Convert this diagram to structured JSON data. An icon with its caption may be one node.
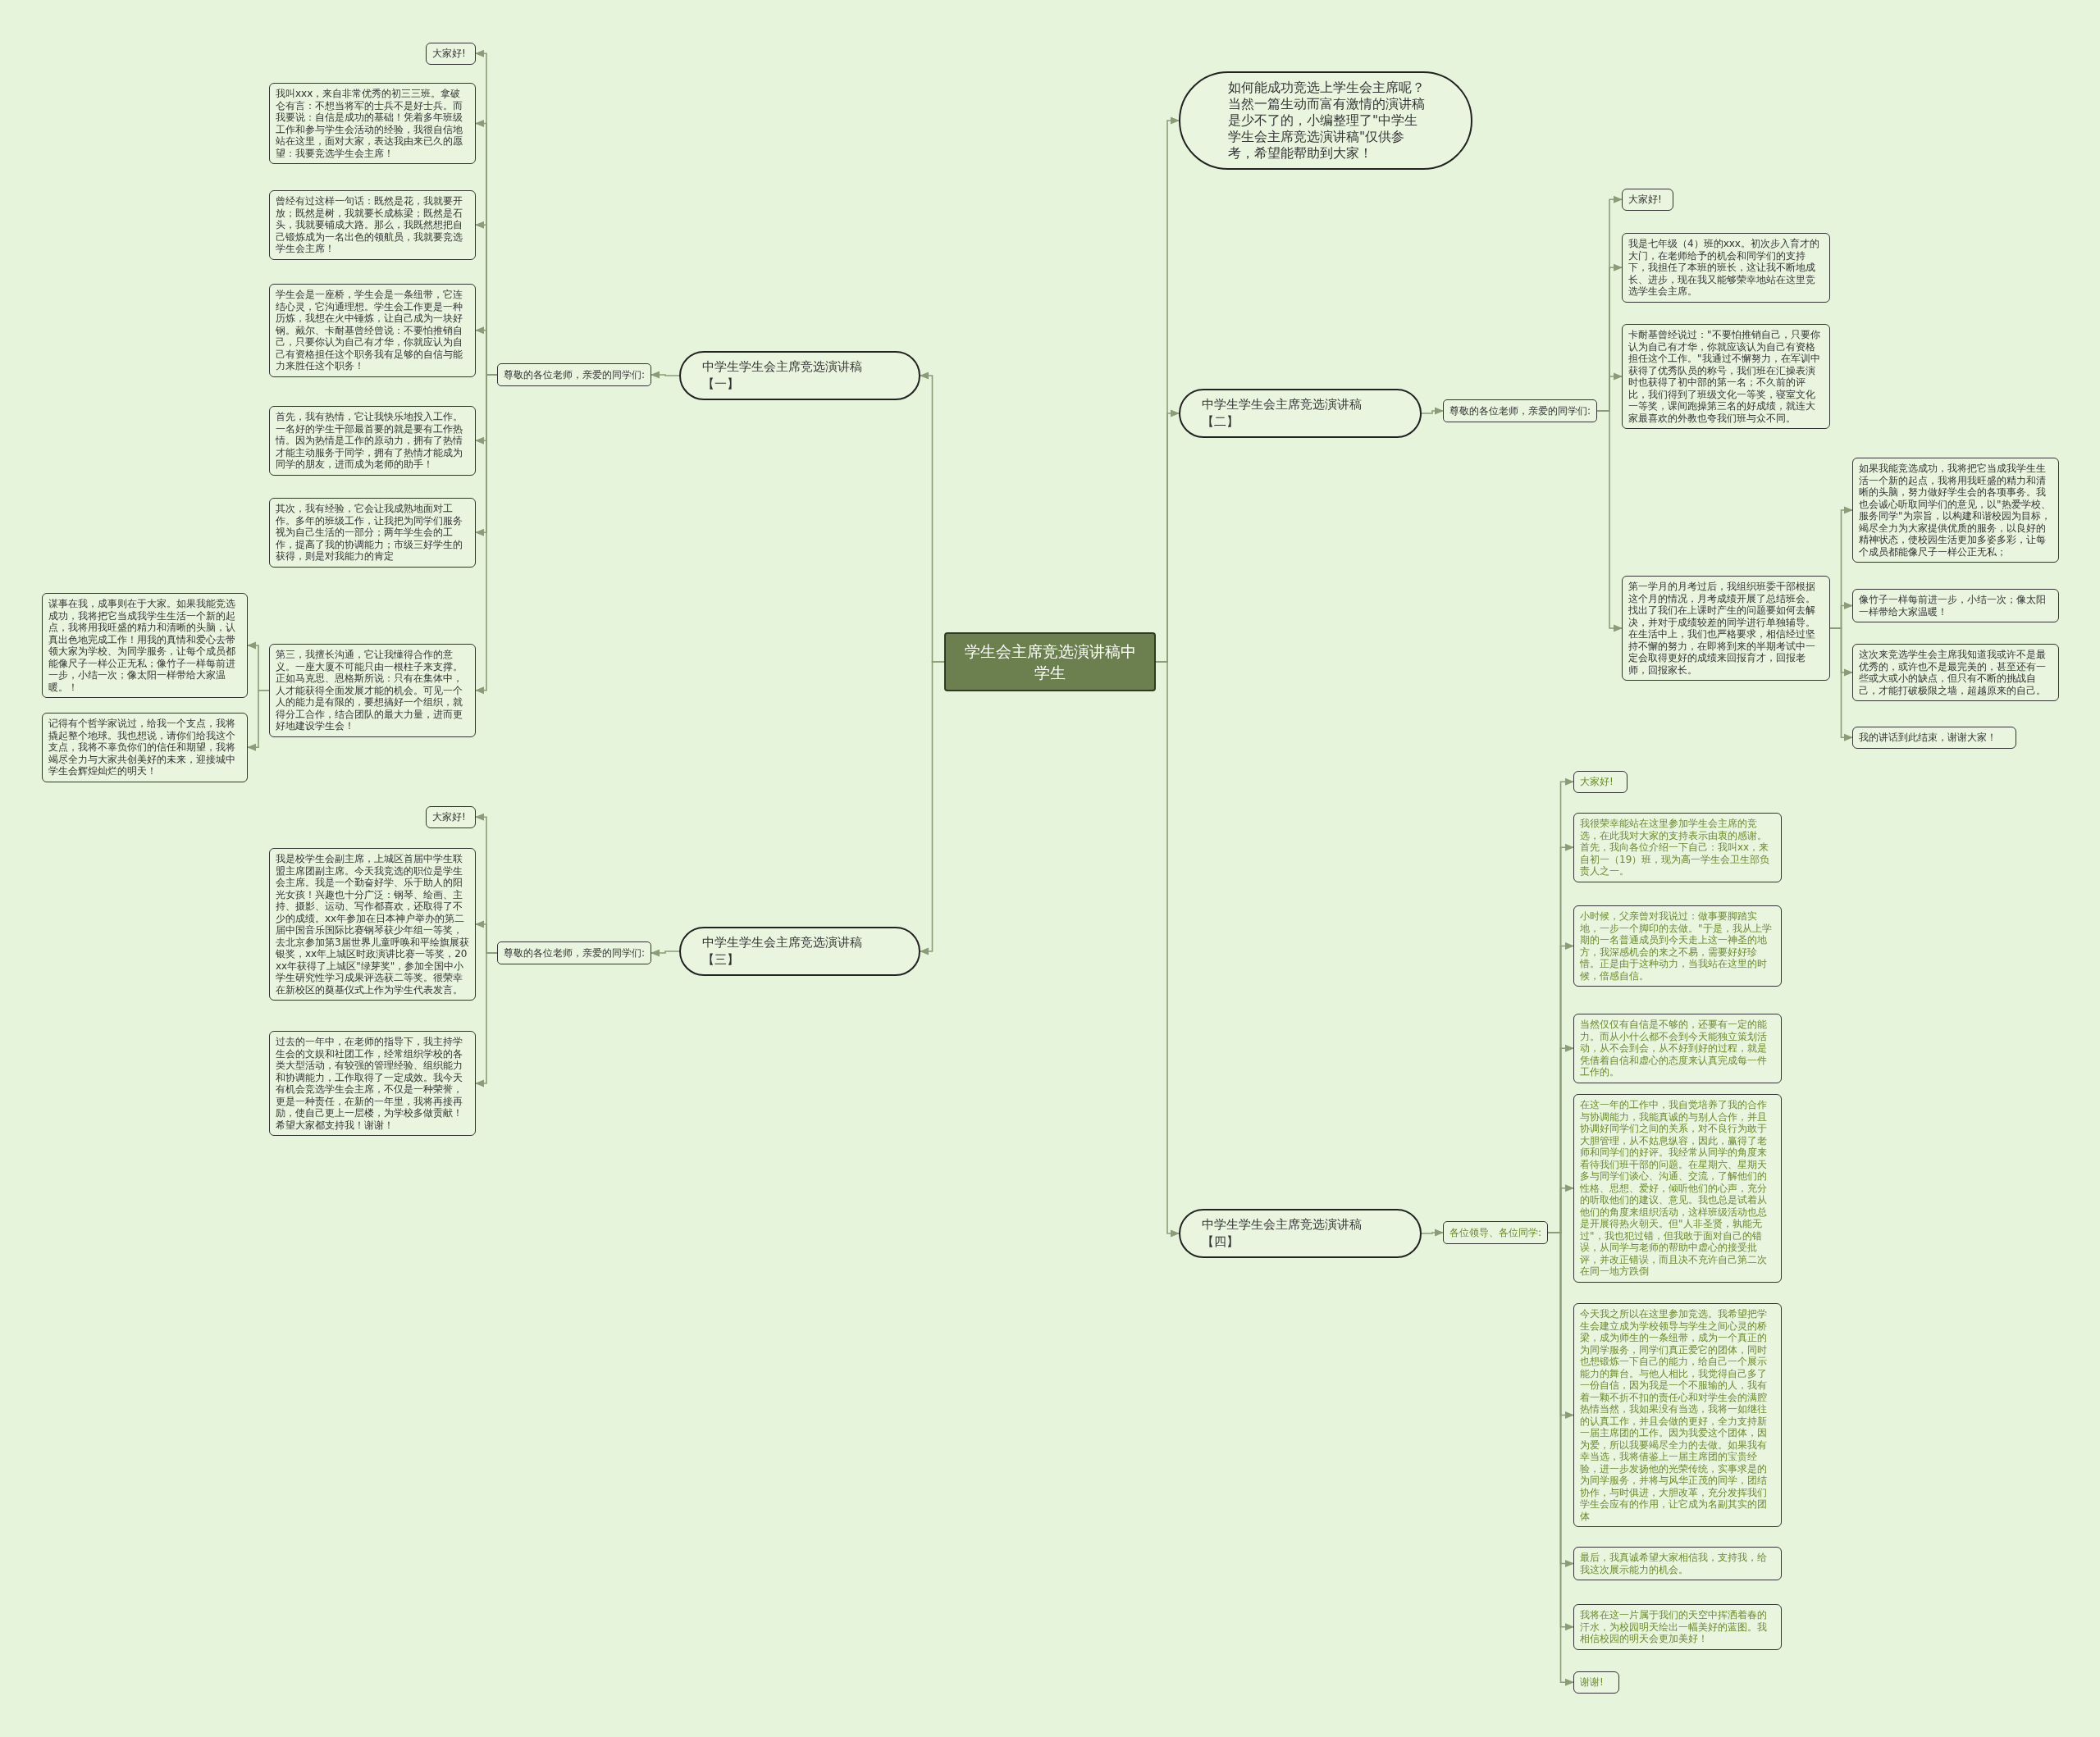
{
  "diagram": {
    "nodes": [
      {
        "text": [
          "学生会主席竞选演讲稿中学生"
        ]
      },
      {
        "text": [
          "中学生学生会主席竞选演讲稿【一】"
        ]
      },
      {
        "text": [
          "尊敬的各位老师，亲爱的同学们:"
        ]
      },
      {
        "text": [
          "大家好!"
        ]
      },
      {
        "text": [
          "我叫xxx，来自非常优秀的初三三班。拿破仑有言：不想当将军的士兵不是好士兵。而我要说：自信是成功的基础！凭着多年班级工作和参与学生会活动的经验，我很自信地站在这里，面对大家，表达我由来已久的愿望：我要竞选学生会主席！"
        ]
      },
      {
        "text": [
          "曾经有过这样一句话：既然是花，我就要开放；既然是树，我就要长成栋梁；既然是石头，我就要铺成大路。那么，我既然想把自己锻炼成为一名出色的领航员，我就要竞选学生会主席！"
        ]
      },
      {
        "text": [
          "学生会是一座桥，学生会是一条纽带，它连结心灵，它沟通理想。学生会工作更是一种历炼，我想在火中锤炼，让自己成为一块好钢。戴尔、卡耐基曾经曾说：不要怕推销自己，只要你认为自己有才华，你就应认为自己有资格担任这个职务我有足够的自信与能力来胜任这个职务！"
        ]
      },
      {
        "text": [
          "首先，我有热情，它让我快乐地投入工作。一名好的学生干部最首要的就是要有工作热情。因为热情是工作的原动力，拥有了热情才能主动服务于同学，拥有了热情才能成为同学的朋友，进而成为老师的助手！"
        ]
      },
      {
        "text": [
          "其次，我有经验，它会让我成熟地面对工作。多年的班级工作，让我把为同学们服务视为自己生活的一部分；两年学生会的工作，提高了我的协调能力；市级三好学生的获得，则是对我能力的肯定"
        ]
      },
      {
        "text": [
          "第三，我擅长沟通，它让我懂得合作的意义。一座大厦不可能只由一根柱子来支撑。正如马克思、恩格斯所说：只有在集体中，人才能获得全面发展才能的机会。可见一个人的能力是有限的，要想搞好一个组织，就得分工合作，结合团队的最大力量，进而更好地建设学生会！"
        ]
      },
      {
        "text": [
          "谋事在我，成事则在于大家。如果我能竞选成功，我将把它当成我学生生活一个新的起点，我将用我旺盛的精力和清晰的头脑，认真出色地完成工作！用我的真情和爱心去带领大家为学校、为同学服务，让每个成员都能像尺子一样公正无私；像竹子一样每前进一步，小结一次；像太阳一样带给大家温暖。！"
        ]
      },
      {
        "text": [
          "记得有个哲学家说过，给我一个支点，我将撬起整个地球。我也想说，请你们给我这个支点，我将不辜负你们的信任和期望，我将竭尽全力与大家共创美好的未来，迎接城中学生会辉煌灿烂的明天！"
        ]
      },
      {
        "text": [
          "中学生学生会主席竞选演讲稿【三】"
        ]
      },
      {
        "text": [
          "尊敬的各位老师，亲爱的同学们:"
        ]
      },
      {
        "text": [
          "大家好!"
        ]
      },
      {
        "text": [
          "我是校学生会副主席，上城区首届中学生联盟主席团副主席。今天我竞选的职位是学生会主席。我是一个勤奋好学、乐于助人的阳光女孩！兴趣也十分广泛：钢琴、绘画、主持、摄影、运动、写作都喜欢，还取得了不少的成绩。xx年参加在日本神户举办的第二届中国音乐国际比赛钢琴获少年组一等奖，去北京参加第3届世界儿童呼唤和平绘旗展获银奖，xx年上城区时政演讲比赛一等奖，20xx年获得了上城区\"绿芽奖\"，参加全国中小学生研究性学习成果评选获二等奖。很荣幸在新校区的奠基仪式上作为学生代表发言。"
        ]
      },
      {
        "text": [
          "过去的一年中，在老师的指导下，我主持学生会的文娱和社团工作，经常组织学校的各类大型活动，有较强的管理经验、组织能力和协调能力，工作取得了一定成效。我今天有机会竞选学生会主席，不仅是一种荣誉，更是一种责任，在新的一年里，我将再接再励，使自己更上一层楼，为学校多做贡献！希望大家都支持我！谢谢！"
        ]
      },
      {
        "text": [
          "如何能成功竞选上学生会主席呢？当然一篇生动而富有激情的演讲稿是少不了的，小编整理了\"中学生学生会主席竞选演讲稿\"仅供参考，希望能帮助到大家！"
        ]
      },
      {
        "text": [
          "中学生学生会主席竞选演讲稿【二】"
        ]
      },
      {
        "text": [
          "尊敬的各位老师，亲爱的同学们:"
        ]
      },
      {
        "text": [
          "大家好!"
        ]
      },
      {
        "text": [
          "我是七年级（4）班的xxx。初次步入育才的大门，在老师给予的机会和同学们的支持下，我担任了本班的班长，这让我不断地成长、进步，现在我又能够荣幸地站在这里竞选学生会主席。"
        ]
      },
      {
        "text": [
          "卡耐基曾经说过：\"不要怕推销自己，只要你认为自己有才华，你就应该认为自己有资格担任这个工作。\"我通过不懈努力，在军训中获得了优秀队员的称号，我们班在汇操表演时也获得了初中部的第一名；不久前的评比，我们得到了班级文化一等奖，寝室文化一等奖，课间跑操第三名的好成绩，就连大家最喜欢的外教也夸我们班与众不同。"
        ]
      },
      {
        "text": [
          "第一学月的月考过后，我组织班委干部根据这个月的情况，月考成绩开展了总结班会。找出了我们在上课时产生的问题要如何去解决，并对于成绩较差的同学进行单独辅导。在生活中上，我们也严格要求，相信经过坚持不懈的努力，在即将到来的半期考试中一定会取得更好的成绩来回报育才，回报老师，回报家长。"
        ]
      },
      {
        "text": [
          "如果我能竞选成功，我将把它当成我学生生活一个新的起点，我将用我旺盛的精力和清晰的头脑，努力做好学生会的各项事务。我也会诚心听取同学们的意见，以\"热爱学校、服务同学\"为宗旨，以构建和谐校园为目标，竭尽全力为大家提供优质的服务，以良好的精神状态，使校园生活更加多姿多彩，让每个成员都能像尺子一样公正无私；"
        ]
      },
      {
        "text": [
          "像竹子一样每前进一步，小结一次；像太阳一样带给大家温暖！"
        ]
      },
      {
        "text": [
          "这次来竞选学生会主席我知道我或许不是最优秀的，或许也不是最完美的，甚至还有一些或大或小的缺点，但只有不断的挑战自己，才能打破极限之墙，超越原来的自己。"
        ]
      },
      {
        "text": [
          "我的讲话到此结束，谢谢大家！"
        ]
      },
      {
        "text": [
          "中学生学生会主席竞选演讲稿【四】"
        ]
      },
      {
        "text": [
          "各位领导、各位同学:"
        ]
      },
      {
        "text": [
          "大家好!"
        ]
      },
      {
        "text": [
          "我很荣幸能站在这里参加学生会主席的竞选，在此我对大家的支持表示由衷的感谢。首先，我向各位介绍一下自己：我叫xx，来自初一（19）班，现为高一学生会卫生部负责人之一。"
        ]
      },
      {
        "text": [
          "小时候，父亲曾对我说过：做事要脚踏实地，一步一个脚印的去做。\"于是，我从上学期的一名普通成员到今天走上这一神圣的地方，我深感机会的来之不易，需要好好珍惜。正是由于这种动力，当我站在这里的时候，倍感自信。"
        ]
      },
      {
        "text": [
          "当然仅仅有自信是不够的，还要有一定的能力。而从小什么都不会到今天能独立策划活动，从不会到会，从不好到好的过程，就是凭借着自信和虚心的态度来认真完成每一件工作的。"
        ]
      },
      {
        "text": [
          "在这一年的工作中，我自觉培养了我的合作与协调能力，我能真诚的与别人合作，并且协调好同学们之间的关系，对不良行为敢于大胆管理，从不姑息纵容，因此，赢得了老师和同学们的好评。我经常从同学的角度来看待我们班干部的问题。在星期六、星期天多与同学们谈心、沟通、交流，了解他们的性格、思想、爱好，倾听他们的心声，充分的听取他们的建议、意见。我也总是试着从他们的角度来组织活动，这样班级活动也总是开展得热火朝天。但\"人非圣贤，孰能无过\"，我也犯过错，但我敢于面对自己的错误，从同学与老师的帮助中虚心的接受批评，并改正错误，而且决不充许自己第二次在同一地方跌倒"
        ]
      },
      {
        "text": [
          "今天我之所以在这里参加竞选。我希望把学生会建立成为学校领导与学生之间心灵的桥梁，成为师生的一条纽带，成为一个真正的为同学服务，同学们真正爱它的团体，同时也想锻炼一下自己的能力，给自己一个展示能力的舞台。与他人相比，我觉得自己多了一份自信，因为我是一个不服输的人，我有着一颗不折不扣的责任心和对学生会的满腔热情当然，我如果没有当选，我将一如继往的认真工作，并且会做的更好，全力支持新一届主席团的工作。因为我爱这个团体，因为爱，所以我要竭尽全力的去做。如果我有幸当选，我将借鉴上一届主席团的宝贵经验，进一步发扬他的光荣传统，实事求是的为同学服务，并将与风华正茂的同学，团结协作，与时俱进，大胆改革，充分发挥我们学生会应有的作用，让它成为名副其实的团体"
        ]
      },
      {
        "text": [
          "最后，我真诚希望大家相信我，支持我，给我这次展示能力的机会。"
        ]
      },
      {
        "text": [
          "我将在这一片属于我们的天空中挥洒着春的汗水，为校园明天绘出一幅美好的蓝图。我相信校园的明天会更加美好！"
        ]
      },
      {
        "text": [
          "谢谢!"
        ]
      }
    ],
    "edges": [
      {
        "from": 0,
        "to": 1,
        "arrow": "to"
      },
      {
        "from": 0,
        "to": 12,
        "arrow": "to"
      },
      {
        "from": 0,
        "to": 17,
        "arrow": "to"
      },
      {
        "from": 0,
        "to": 18,
        "arrow": "to"
      },
      {
        "from": 0,
        "to": 28,
        "arrow": "to"
      },
      {
        "from": 1,
        "to": 2,
        "arrow": "to"
      },
      {
        "from": 2,
        "to": 3,
        "arrow": "to"
      },
      {
        "from": 2,
        "to": 4,
        "arrow": "to"
      },
      {
        "from": 2,
        "to": 5,
        "arrow": "to"
      },
      {
        "from": 2,
        "to": 6,
        "arrow": "to"
      },
      {
        "from": 2,
        "to": 7,
        "arrow": "to"
      },
      {
        "from": 2,
        "to": 8,
        "arrow": "to"
      },
      {
        "from": 2,
        "to": 9,
        "arrow": "to"
      },
      {
        "from": 9,
        "to": 10,
        "arrow": "to"
      },
      {
        "from": 9,
        "to": 11,
        "arrow": "to"
      },
      {
        "from": 12,
        "to": 13,
        "arrow": "to"
      },
      {
        "from": 13,
        "to": 14,
        "arrow": "to"
      },
      {
        "from": 13,
        "to": 15,
        "arrow": "to"
      },
      {
        "from": 13,
        "to": 16,
        "arrow": "to"
      },
      {
        "from": 18,
        "to": 19,
        "arrow": "to"
      },
      {
        "from": 19,
        "to": 20,
        "arrow": "to"
      },
      {
        "from": 19,
        "to": 21,
        "arrow": "to"
      },
      {
        "from": 19,
        "to": 22,
        "arrow": "to"
      },
      {
        "from": 19,
        "to": 23,
        "arrow": "to"
      },
      {
        "from": 23,
        "to": 24,
        "arrow": "to"
      },
      {
        "from": 23,
        "to": 25,
        "arrow": "to"
      },
      {
        "from": 23,
        "to": 26,
        "arrow": "to"
      },
      {
        "from": 23,
        "to": 27,
        "arrow": "to"
      },
      {
        "from": 28,
        "to": 29,
        "arrow": "to"
      },
      {
        "from": 29,
        "to": 30,
        "arrow": "to"
      },
      {
        "from": 29,
        "to": 31,
        "arrow": "to"
      },
      {
        "from": 29,
        "to": 32,
        "arrow": "to"
      },
      {
        "from": 29,
        "to": 33,
        "arrow": "to"
      },
      {
        "from": 29,
        "to": 34,
        "arrow": "to"
      },
      {
        "from": 29,
        "to": 35,
        "arrow": "to"
      },
      {
        "from": 29,
        "to": 36,
        "arrow": "to"
      },
      {
        "from": 29,
        "to": 37,
        "arrow": "to"
      },
      {
        "from": 29,
        "to": 38,
        "arrow": "to"
      }
    ]
  }
}
